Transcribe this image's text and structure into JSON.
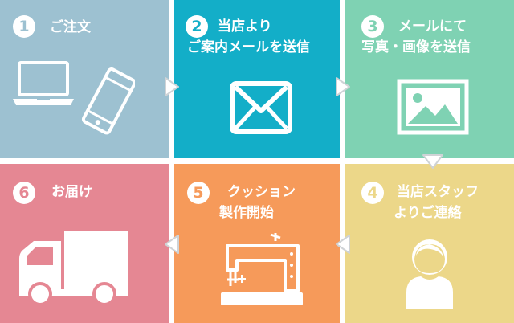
{
  "colors": {
    "step1": "#9dc1d1",
    "step2": "#13aec8",
    "step3": "#7fd2b3",
    "step4": "#ecd789",
    "step5": "#f69a5a",
    "step6": "#e58793",
    "arrow": "#cfd3d6"
  },
  "steps": [
    {
      "number": "1",
      "lines": [
        "ご注文"
      ],
      "icons": [
        "laptop-icon",
        "smartphone-icon"
      ]
    },
    {
      "number": "2",
      "lines": [
        "当店より",
        "ご案内メールを送信"
      ],
      "icons": [
        "envelope-icon"
      ]
    },
    {
      "number": "3",
      "lines": [
        "メールにて",
        "写真・画像を送信"
      ],
      "icons": [
        "image-icon"
      ]
    },
    {
      "number": "4",
      "lines": [
        "当店スタッフ",
        "よりご連絡"
      ],
      "icons": [
        "staff-icon"
      ]
    },
    {
      "number": "5",
      "lines": [
        "クッション",
        "製作開始"
      ],
      "icons": [
        "sewing-machine-icon"
      ]
    },
    {
      "number": "6",
      "lines": [
        "お届け"
      ],
      "icons": [
        "delivery-truck-icon"
      ]
    }
  ]
}
